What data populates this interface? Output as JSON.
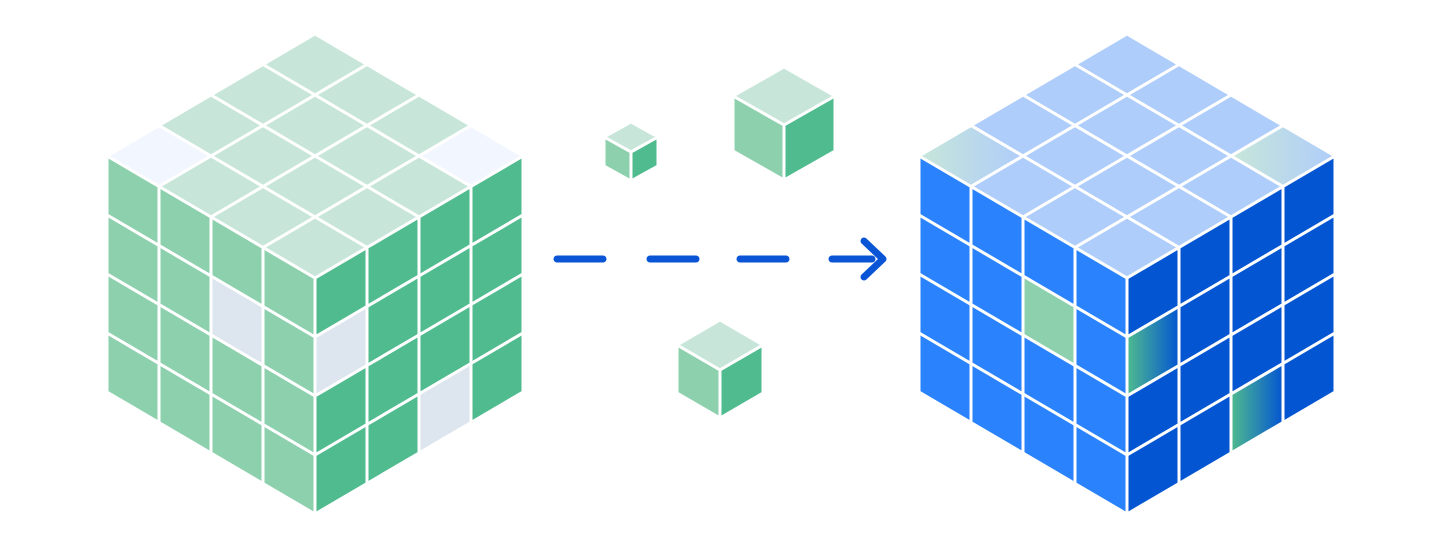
{
  "colors": {
    "background": "#ffffff",
    "grid_line": "#ffffff",
    "green_top": "#c7e6d9",
    "green_left": "#8dd0ad",
    "green_right": "#4fbb8e",
    "missing_top": "#f2f6fe",
    "missing_side": "#dde5ef",
    "blue_top": "#afcdfa",
    "blue_left": "#2a83fd",
    "blue_right": "#0455d2",
    "arrow": "#0a55d6"
  },
  "icons": {
    "left_cube": "cube-icon",
    "right_cube": "cube-icon",
    "small_cubes": "cube-icon",
    "arrow": "dashed-arrow-right-icon"
  },
  "cubes": {
    "left_cube": {
      "grid": 4,
      "color_scheme": "green",
      "missing_cells": [
        {
          "face": "top",
          "i": 3,
          "j": 0
        },
        {
          "face": "top",
          "i": 0,
          "j": 3
        },
        {
          "face": "right",
          "i": 0,
          "j": 1
        },
        {
          "face": "left",
          "i": 2,
          "j": 1
        },
        {
          "face": "right",
          "i": 2,
          "j": 3
        }
      ]
    },
    "right_cube": {
      "grid": 4,
      "color_scheme": "blue",
      "filled_cells": [
        {
          "face": "top",
          "i": 3,
          "j": 0
        },
        {
          "face": "top",
          "i": 0,
          "j": 3
        },
        {
          "face": "right",
          "i": 0,
          "j": 1
        },
        {
          "face": "left",
          "i": 2,
          "j": 1
        },
        {
          "face": "right",
          "i": 2,
          "j": 3
        }
      ]
    },
    "small_cubes": [
      {
        "name": "small-cube-1"
      },
      {
        "name": "small-cube-2"
      },
      {
        "name": "small-cube-3"
      }
    ]
  }
}
